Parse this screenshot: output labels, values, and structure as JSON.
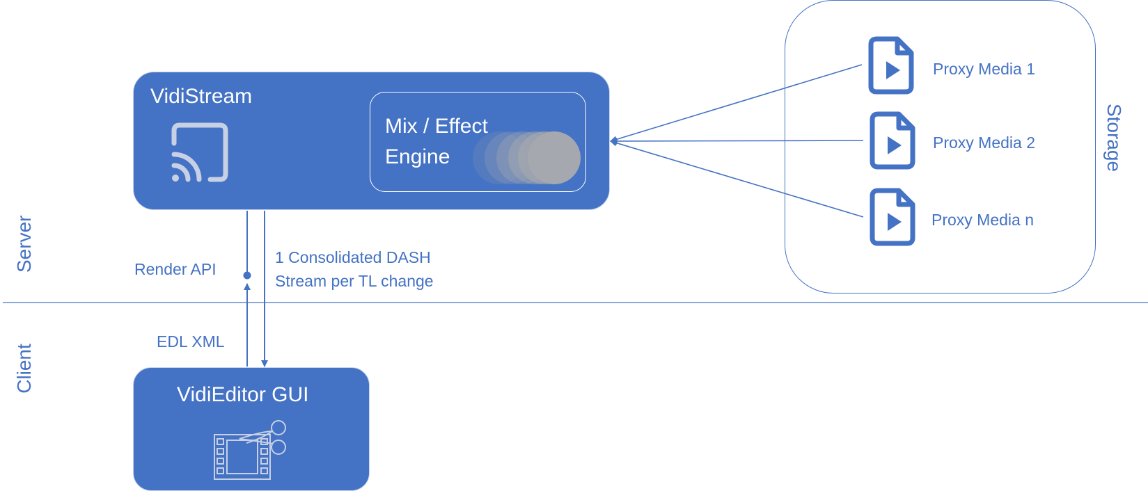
{
  "colors": {
    "accent": "#4472c4",
    "box_border": "#c7d3ee",
    "white": "#ffffff",
    "disc": "#a5a8ae"
  },
  "zones": {
    "server": "Server",
    "client": "Client",
    "storage": "Storage"
  },
  "vidistream": {
    "title": "VidiStream",
    "icon": "cast-icon"
  },
  "engine": {
    "line1": "Mix / Effect",
    "line2": "Engine",
    "icon": "stacked-discs-icon"
  },
  "vidieditor": {
    "title": "VidiEditor GUI",
    "icon": "film-scissors-icon"
  },
  "connections": {
    "render_api": "Render API",
    "edl_xml": "EDL XML",
    "dash_line1": "1 Consolidated DASH",
    "dash_line2": "Stream per TL change"
  },
  "media": [
    {
      "label": "Proxy Media 1",
      "icon": "video-file-icon"
    },
    {
      "label": "Proxy Media 2",
      "icon": "video-file-icon"
    },
    {
      "label": "Proxy Media n",
      "icon": "video-file-icon"
    }
  ]
}
